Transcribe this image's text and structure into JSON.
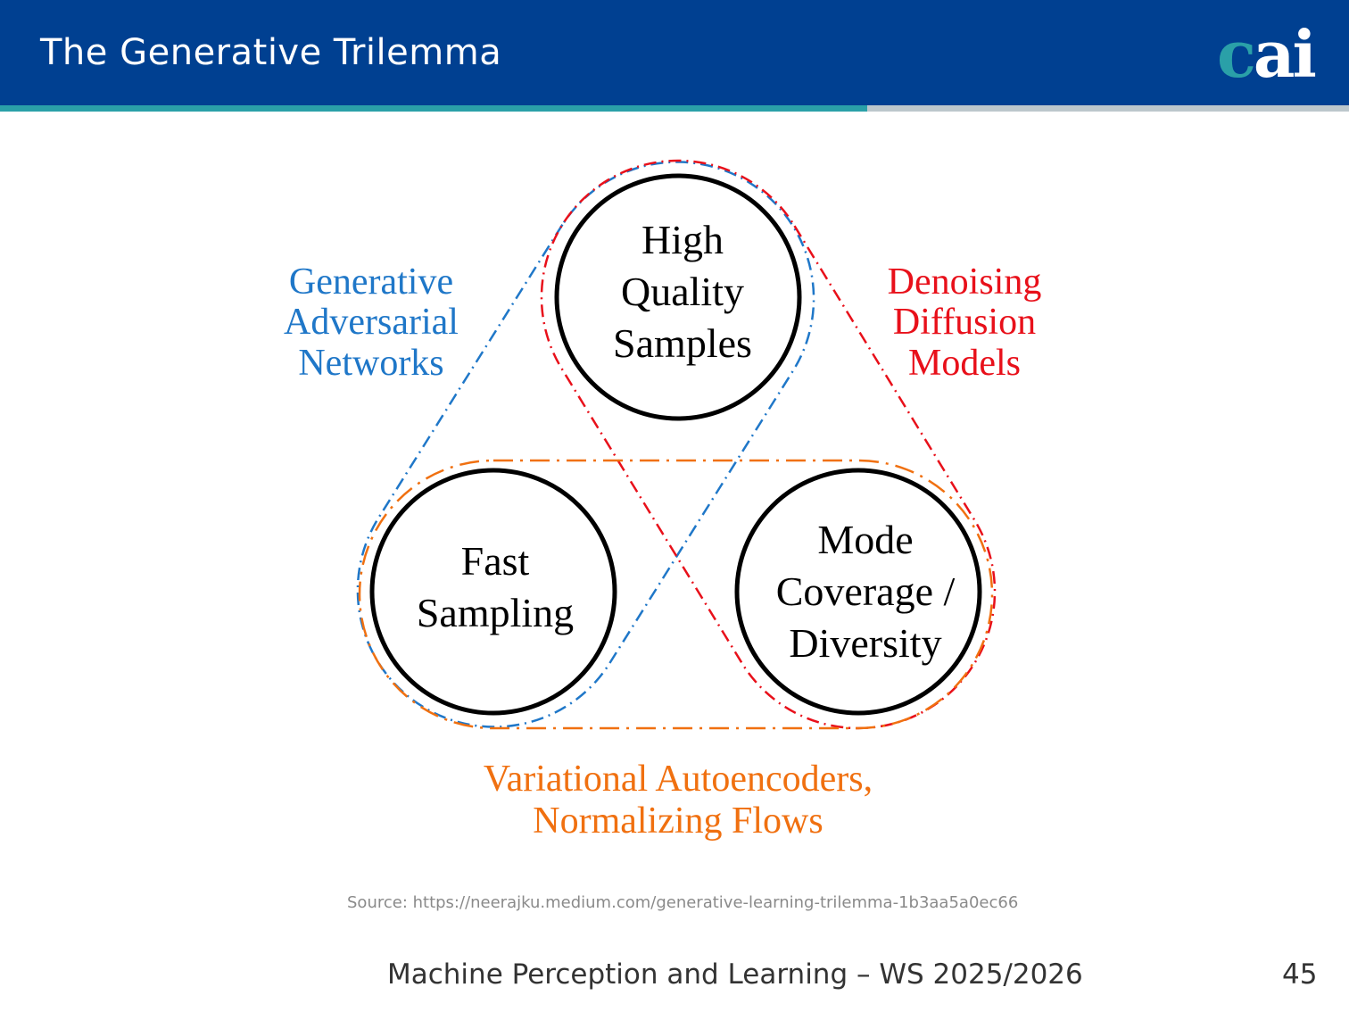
{
  "header": {
    "title": "The Generative Trilemma",
    "logo": {
      "c": "c",
      "ai": "ai"
    }
  },
  "diagram": {
    "nodes": {
      "high_quality": "High Quality Samples",
      "fast_sampling": "Fast Sampling",
      "mode_coverage": "Mode Coverage / Diversity"
    },
    "node_lines": {
      "high_quality": [
        "High",
        "Quality",
        "Samples"
      ],
      "fast_sampling": [
        "Fast",
        "Sampling"
      ],
      "mode_coverage": [
        "Mode",
        "Coverage /",
        "Diversity"
      ]
    },
    "groups": {
      "gan": [
        "Generative",
        "Adversarial",
        "Networks"
      ],
      "diffusion": [
        "Denoising",
        "Diffusion",
        "Models"
      ],
      "vae": [
        "Variational Autoencoders,",
        "Normalizing Flows"
      ]
    },
    "colors": {
      "gan": "#1f77c8",
      "diffusion": "#e8101a",
      "vae": "#f07010"
    }
  },
  "source": "Source: https://neerajku.medium.com/generative-learning-trilemma-1b3aa5a0ec66",
  "footer": {
    "course": "Machine Perception and Learning – WS 2025/2026",
    "page": "45"
  }
}
